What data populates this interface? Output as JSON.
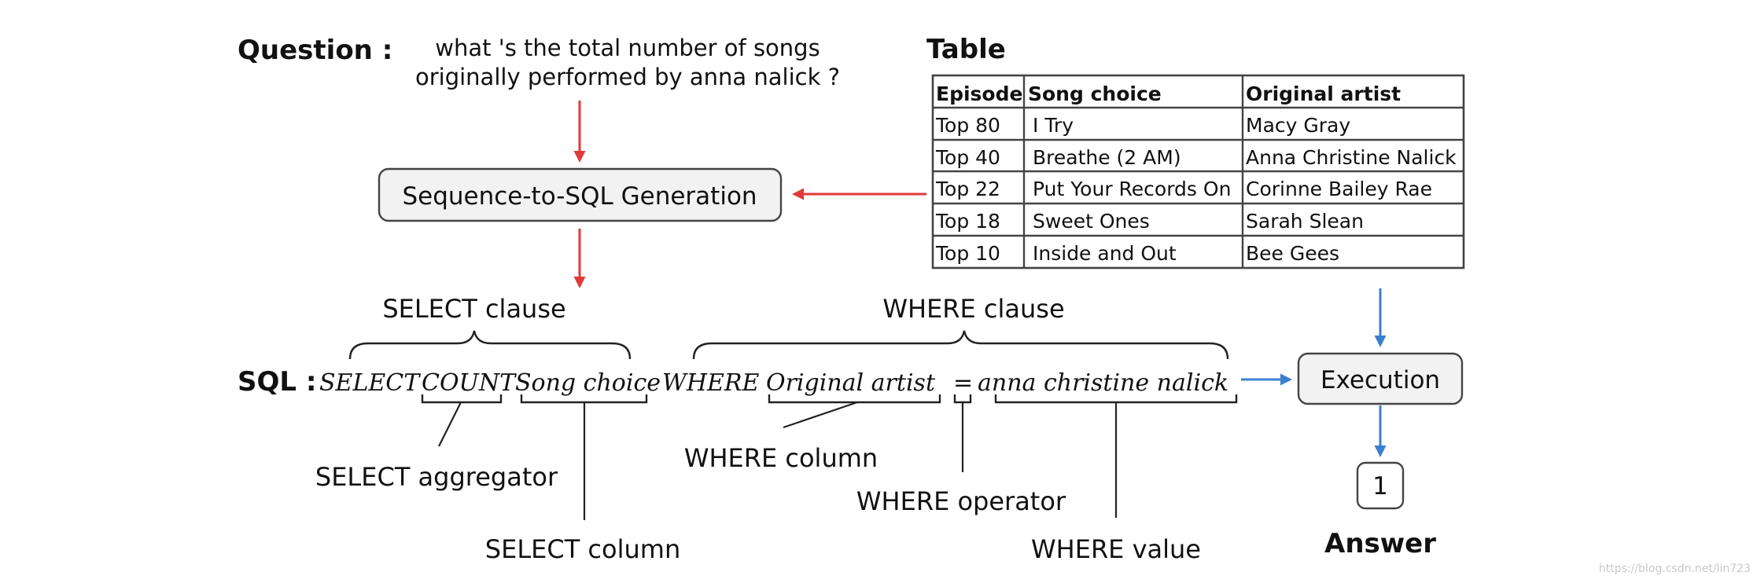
{
  "question": {
    "label": "Question :",
    "line1": "what 's the total number of songs",
    "line2": "originally performed by anna nalick ?"
  },
  "table": {
    "title": "Table",
    "headers": [
      "Episode",
      "Song choice",
      "Original artist"
    ],
    "rows": [
      [
        "Top 80",
        "I Try",
        "Macy Gray"
      ],
      [
        "Top 40",
        "Breathe (2 AM)",
        "Anna Christine Nalick"
      ],
      [
        "Top 22",
        "Put Your Records On",
        "Corinne Bailey Rae"
      ],
      [
        "Top 18",
        "Sweet Ones",
        "Sarah Slean"
      ],
      [
        "Top 10",
        "Inside and Out",
        "Bee Gees"
      ]
    ]
  },
  "generation_box": "Sequence-to-SQL Generation",
  "execution_box": "Execution",
  "answer": {
    "value": "1",
    "label": "Answer"
  },
  "sql": {
    "label": "SQL :",
    "select_kw": "SELECT",
    "aggregator": "COUNT",
    "select_col": "Song choice",
    "where_kw": "WHERE",
    "where_col": "Original artist",
    "operator": "=",
    "where_val": "anna christine nalick"
  },
  "labels": {
    "select_clause": "SELECT clause",
    "where_clause": "WHERE clause",
    "select_aggregator": "SELECT aggregator",
    "select_column": "SELECT column",
    "where_column": "WHERE column",
    "where_operator": "WHERE operator",
    "where_value": "WHERE value"
  },
  "colors": {
    "red_arrow": "#e03a3a",
    "blue_arrow": "#3b7fd1",
    "box_fill": "#f2f2f2"
  },
  "watermark": "https://blog.csdn.net/lin723"
}
